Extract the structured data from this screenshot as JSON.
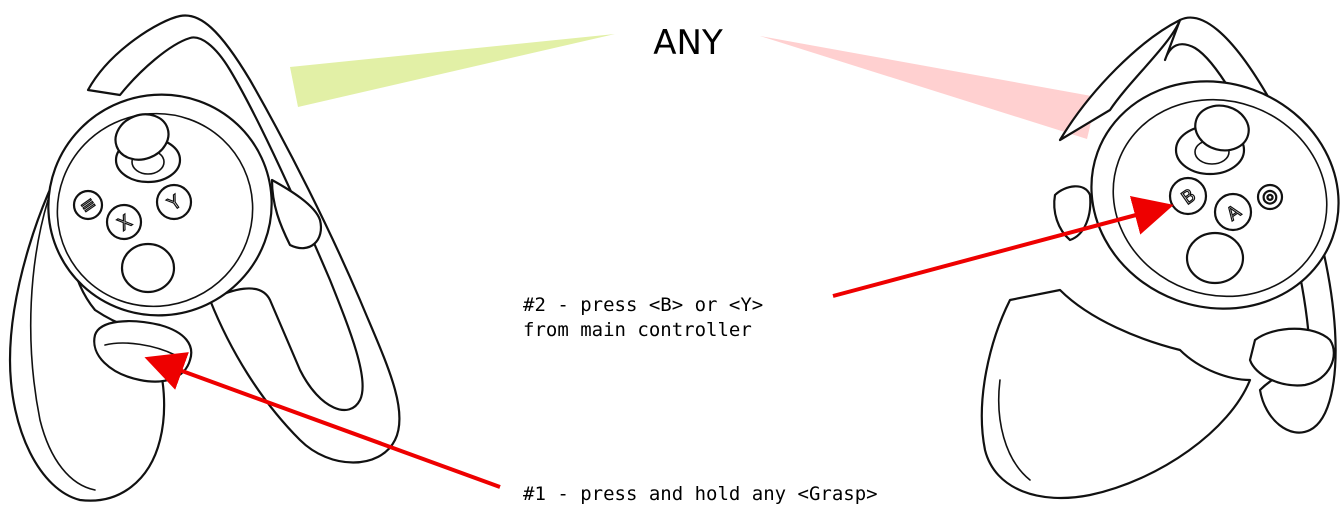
{
  "heading": "ANY",
  "colors": {
    "left_beam": "#e2f0a6",
    "right_beam": "#ffd0d0",
    "arrow": "#ee0000"
  },
  "left_controller": {
    "buttons": {
      "menu": "≡",
      "x": "X",
      "y": "Y"
    }
  },
  "right_controller": {
    "buttons": {
      "b": "B",
      "a": "A",
      "home": "◎"
    }
  },
  "callouts": {
    "step2_line1": "#2 - press <B> or <Y>",
    "step2_line2": "from main controller",
    "step1": "#1 - press and hold any <Grasp>"
  }
}
